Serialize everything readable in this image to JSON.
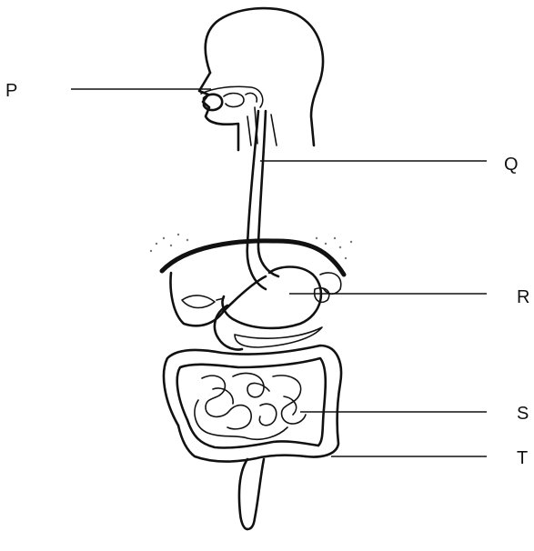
{
  "labels": {
    "p": "P",
    "q": "Q",
    "r": "R",
    "s": "S",
    "t": "T"
  }
}
